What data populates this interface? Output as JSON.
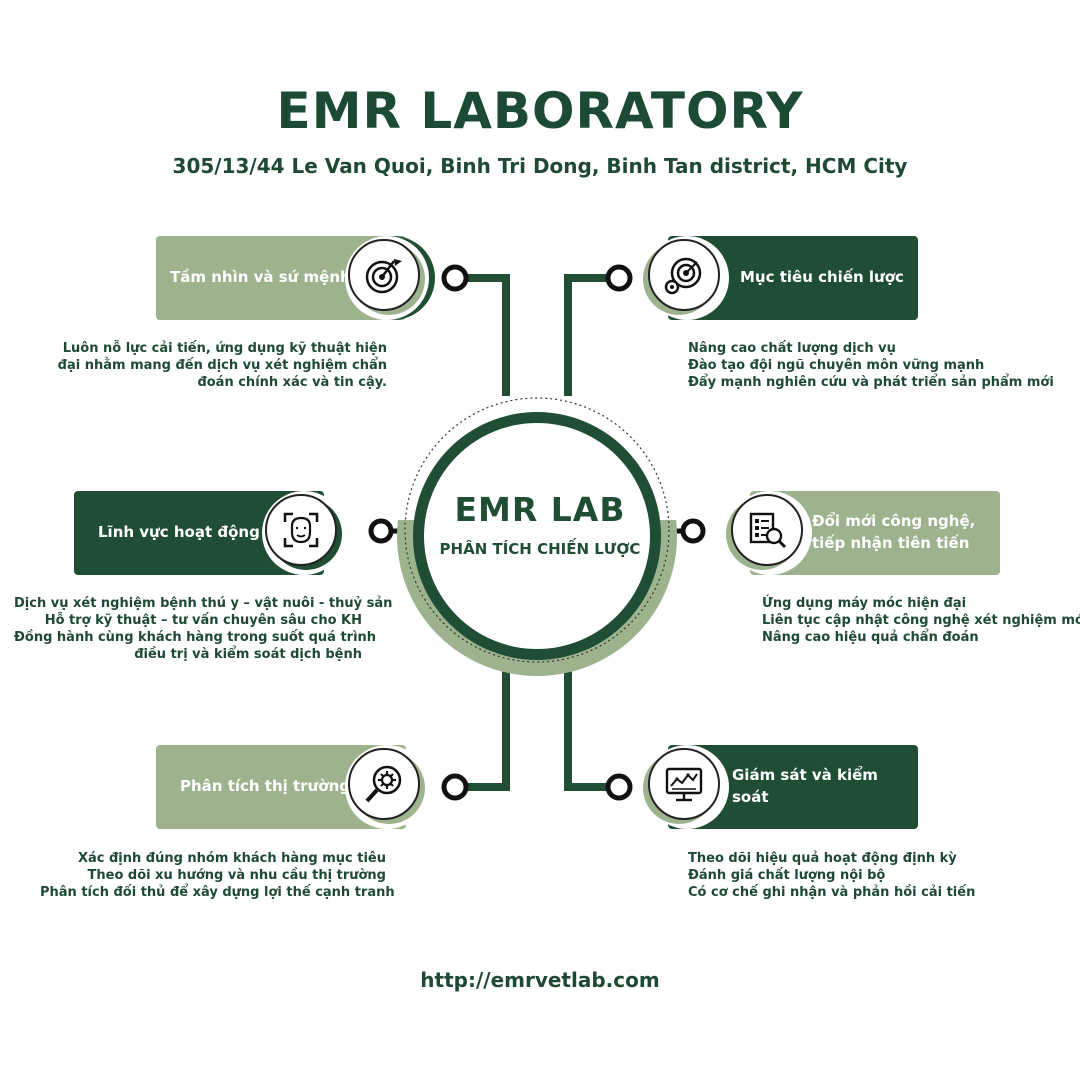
{
  "header": {
    "title": "EMR LABORATORY",
    "address": "305/13/44 Le Van Quoi, Binh Tri Dong, Binh Tan district, HCM City"
  },
  "center": {
    "title": "EMR LAB",
    "subtitle": "PHÂN TÍCH CHIẾN LƯỢC"
  },
  "nodes": {
    "vision": {
      "label": "Tầm nhìn và sứ mệnh",
      "icon": "target-flag-icon",
      "lines": [
        "Luôn nỗ lực cải tiến, ứng dụng kỹ thuật hiện",
        "đại nhằm mang đến dịch vụ xét nghiệm chẩn",
        "đoán chính xác và tin cậy."
      ]
    },
    "goals": {
      "label": "Mục tiêu chiến lược",
      "icon": "target-gear-icon",
      "lines": [
        "Nâng cao chất lượng dịch vụ",
        " Đào tạo đội ngũ chuyên môn vững mạnh",
        " Đẩy mạnh nghiên cứu và phát triển sản phẩm mới"
      ]
    },
    "fields": {
      "label": "Lĩnh vực hoạt động",
      "icon": "face-scan-icon",
      "lines": [
        "Dịch vụ xét nghiệm bệnh thú y – vật nuôi - thuỷ sản",
        "Hỗ trợ kỹ thuật – tư vấn chuyên sâu cho KH",
        "Đồng hành cùng khách hàng trong suốt quá trình",
        "điều trị và kiểm soát dịch bệnh"
      ]
    },
    "technology": {
      "label_line1": "Đổi mới công nghệ,",
      "label_line2": "tiếp nhận tiên tiến",
      "icon": "checklist-search-icon",
      "lines": [
        "Ứng dụng máy móc hiện đại",
        " Liên tục cập nhật công nghệ xét nghiệm mới",
        " Nâng cao hiệu quả chẩn đoán"
      ]
    },
    "market": {
      "label": "Phân tích thị trường",
      "icon": "magnifier-gear-icon",
      "lines": [
        "Xác định đúng nhóm khách hàng mục tiêu",
        "Theo dõi xu hướng và nhu cầu thị trường",
        "Phân tích đối thủ để xây dựng lợi thế cạnh tranh"
      ]
    },
    "monitoring": {
      "label": "Giám sát và kiểm soát",
      "icon": "monitor-chart-icon",
      "lines": [
        "Theo dõi hiệu quả hoạt động định kỳ",
        " Đánh giá chất lượng nội bộ",
        " Có cơ chế ghi nhận và phản hồi cải tiến"
      ]
    }
  },
  "footer": {
    "url": "http://emrvetlab.com"
  },
  "colors": {
    "dark_green": "#1f4e34",
    "light_green": "#9db38e",
    "text_green": "#1e4a34"
  }
}
